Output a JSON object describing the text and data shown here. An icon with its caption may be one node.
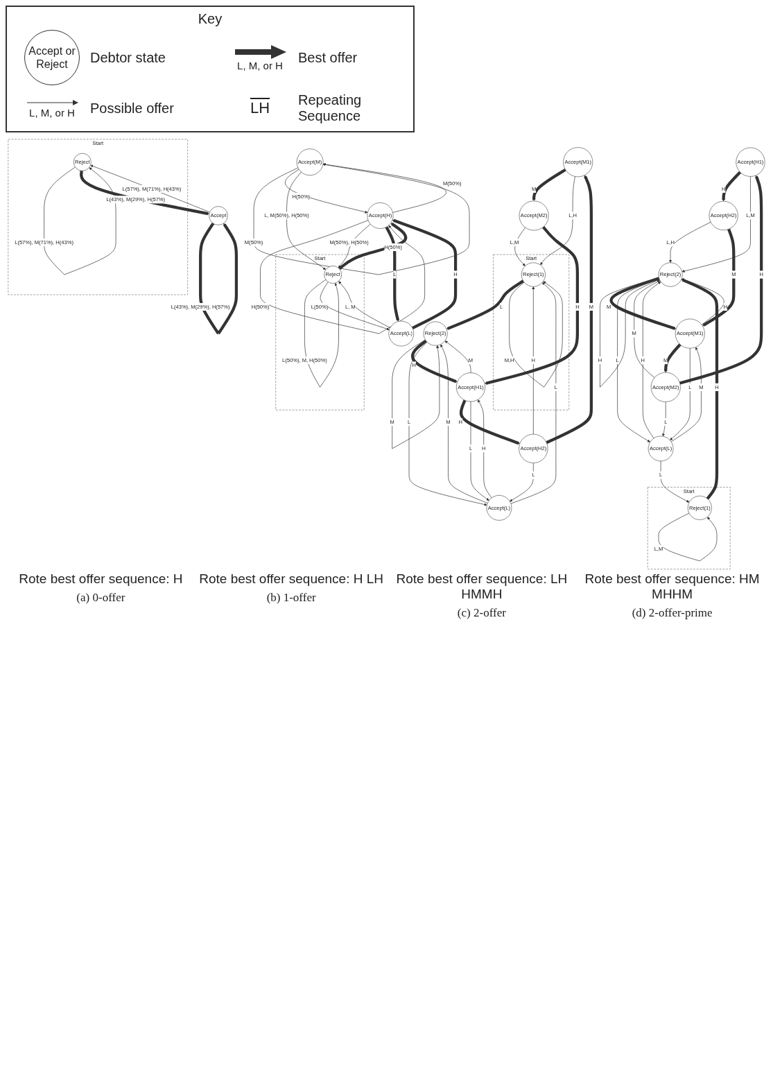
{
  "diagram": {
    "nodes": [
      {
        "text": [
          "Start"
        ]
      },
      {
        "text": [
          "Reject"
        ],
        "in": 0
      },
      {
        "text": [
          "Accept"
        ]
      },
      {
        "text": [
          "Accept(M)"
        ]
      },
      {
        "text": [
          "Accept(H)"
        ]
      },
      {
        "text": [
          "Start"
        ]
      },
      {
        "text": [
          "Reject"
        ],
        "in": 5
      },
      {
        "text": [
          "Accept(L)"
        ]
      },
      {
        "text": [
          "Accept(M1)"
        ]
      },
      {
        "text": [
          "Accept(M2)"
        ]
      },
      {
        "text": [
          "Accept(H2)"
        ]
      },
      {
        "text": [
          "Reject(2)"
        ]
      },
      {
        "text": [
          "Accept(H1)"
        ]
      },
      {
        "text": [
          "Start"
        ]
      },
      {
        "text": [
          "Reject(1)"
        ],
        "in": 13
      },
      {
        "text": [
          "Accept(L)"
        ]
      },
      {
        "text": [
          "Accept(H1)"
        ]
      },
      {
        "text": [
          "Accept(H2)"
        ]
      },
      {
        "text": [
          "Accept(M2)"
        ]
      },
      {
        "text": [
          "Reject(2)"
        ]
      },
      {
        "text": [
          "Accept(M1)"
        ]
      },
      {
        "text": [
          "Start"
        ]
      },
      {
        "text": [
          "Reject(1)"
        ],
        "in": 21
      },
      {
        "text": [
          "Accept(L)"
        ]
      }
    ],
    "edges": [
      {
        "from": 1,
        "to": 1,
        "arrow": "to",
        "label": "L(57%), M(71%), H(43%)"
      },
      {
        "from": 2,
        "to": 1,
        "arrow": "to",
        "label": "L(57%), M(71%), H(43%)"
      },
      {
        "from": 1,
        "to": 2,
        "arrow": "to",
        "label": "L(43%), M(29%), H(57%)",
        "style": "thick"
      },
      {
        "from": 2,
        "to": 2,
        "arrow": "to",
        "label": "L(43%), M(29%), H(57%)",
        "style": "thick"
      },
      {
        "from": 3,
        "to": 3,
        "arrow": "to",
        "label": "M(50%)"
      },
      {
        "from": 4,
        "to": 3,
        "arrow": "to",
        "label": "M(50%)"
      },
      {
        "from": 3,
        "to": 4,
        "arrow": "to",
        "label": "H(50%)"
      },
      {
        "from": 4,
        "to": 4,
        "arrow": "to",
        "label": "H(50%)"
      },
      {
        "from": 3,
        "to": 6,
        "arrow": "to",
        "label": "L, M(50%), H(50%)"
      },
      {
        "from": 4,
        "to": 6,
        "arrow": "to",
        "label": "M(50%), H(50%)"
      },
      {
        "from": 6,
        "to": 4,
        "arrow": "to",
        "label": "H(50%)",
        "style": "thick"
      },
      {
        "from": 4,
        "to": 7,
        "arrow": "to",
        "label": "L",
        "style": "thick"
      },
      {
        "from": 7,
        "to": 4,
        "arrow": "to",
        "label": "H",
        "style": "thick"
      },
      {
        "from": 6,
        "to": 6,
        "arrow": "to",
        "label": "L(50%), M, H(50%)"
      },
      {
        "from": 7,
        "to": 6,
        "arrow": "to",
        "label": "L, M"
      },
      {
        "from": 6,
        "to": 7,
        "arrow": "to",
        "label": "L(50%)"
      },
      {
        "from": 8,
        "to": 9,
        "arrow": "to",
        "label": "M",
        "style": "thick"
      },
      {
        "from": 10,
        "to": 8,
        "arrow": "to",
        "label": "M",
        "style": "thick"
      },
      {
        "from": 8,
        "to": 14,
        "arrow": "to",
        "label": "L,H"
      },
      {
        "from": 9,
        "to": 14,
        "arrow": "to",
        "label": "L,M"
      },
      {
        "from": 10,
        "to": 14,
        "arrow": "to",
        "label": "H"
      },
      {
        "from": 9,
        "to": 12,
        "arrow": "to",
        "label": "H",
        "style": "thick"
      },
      {
        "from": 12,
        "to": 10,
        "arrow": "to",
        "label": "H",
        "style": "thick"
      },
      {
        "from": 12,
        "to": 11,
        "arrow": "to",
        "label": "M"
      },
      {
        "from": 11,
        "to": 11,
        "arrow": "to",
        "label": "M"
      },
      {
        "from": 10,
        "to": 15,
        "arrow": "to",
        "label": "L"
      },
      {
        "from": 11,
        "to": 12,
        "arrow": "to",
        "label": "H",
        "style": "thick"
      },
      {
        "from": 14,
        "to": 11,
        "arrow": "to",
        "label": "L",
        "style": "thick"
      },
      {
        "from": 11,
        "to": 15,
        "arrow": "to",
        "label": "L"
      },
      {
        "from": 15,
        "to": 11,
        "arrow": "to",
        "label": "M"
      },
      {
        "from": 12,
        "to": 15,
        "arrow": "to",
        "label": "L"
      },
      {
        "from": 15,
        "to": 12,
        "arrow": "to",
        "label": "H"
      },
      {
        "from": 14,
        "to": 14,
        "arrow": "to",
        "label": "M,H"
      },
      {
        "from": 15,
        "to": 14,
        "arrow": "to",
        "label": "L"
      },
      {
        "from": 16,
        "to": 17,
        "arrow": "to",
        "label": "H",
        "style": "thick"
      },
      {
        "from": 18,
        "to": 16,
        "arrow": "to",
        "label": "H",
        "style": "thick"
      },
      {
        "from": 16,
        "to": 19,
        "arrow": "to",
        "label": "L,M"
      },
      {
        "from": 17,
        "to": 19,
        "arrow": "to",
        "label": "L,H"
      },
      {
        "from": 18,
        "to": 19,
        "arrow": "to",
        "label": "M"
      },
      {
        "from": 17,
        "to": 20,
        "arrow": "to",
        "label": "M",
        "style": "thick"
      },
      {
        "from": 20,
        "to": 18,
        "arrow": "to",
        "label": "M",
        "style": "thick"
      },
      {
        "from": 18,
        "to": 23,
        "arrow": "to",
        "label": "L"
      },
      {
        "from": 20,
        "to": 19,
        "arrow": "to",
        "label": "H"
      },
      {
        "from": 19,
        "to": 19,
        "arrow": "to",
        "label": "H"
      },
      {
        "from": 19,
        "to": 20,
        "arrow": "to",
        "label": "M",
        "style": "thick"
      },
      {
        "from": 22,
        "to": 19,
        "arrow": "to",
        "label": "H",
        "style": "thick"
      },
      {
        "from": 19,
        "to": 23,
        "arrow": "to",
        "label": "L"
      },
      {
        "from": 23,
        "to": 19,
        "arrow": "to",
        "label": "H"
      },
      {
        "from": 20,
        "to": 23,
        "arrow": "to",
        "label": "L"
      },
      {
        "from": 23,
        "to": 20,
        "arrow": "to",
        "label": "M"
      },
      {
        "from": 22,
        "to": 22,
        "arrow": "to",
        "label": "L,M"
      },
      {
        "from": 23,
        "to": 22,
        "arrow": "to",
        "label": "L"
      }
    ],
    "labels": [
      "Key",
      "Accept or Reject",
      "L, M, or H",
      "L, M, or H",
      "LH",
      "Rote best offer sequence: H",
      "(a) 0-offer",
      "Rote best offer sequence: H LH",
      "(b) 1-offer",
      "Rote best offer sequence: LH HMMH",
      "(c) 2-offer",
      "Rote best offer sequence: HM MHHM",
      "(d) 2-offer-prime"
    ],
    "legend": [
      {
        "text": "Debtor state"
      },
      {
        "text": "Best offer"
      },
      {
        "text": "Possible offer"
      },
      {
        "text": "Repeating Sequence"
      }
    ]
  }
}
